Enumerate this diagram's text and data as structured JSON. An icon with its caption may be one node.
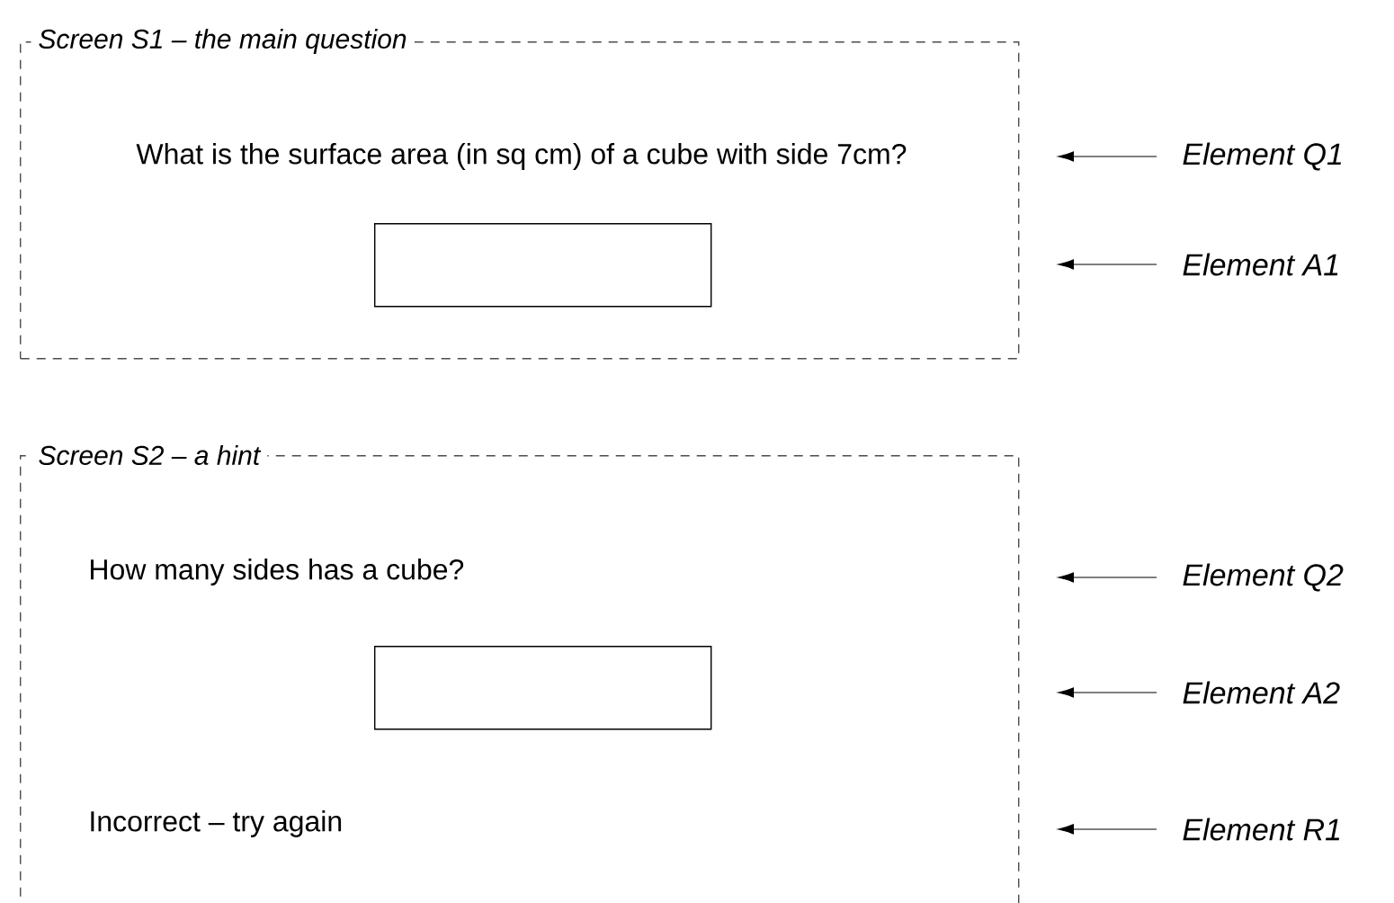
{
  "diagram": {
    "nodes": [
      {
        "text": [
          "Screen S1 – the main question"
        ]
      },
      {
        "text": [
          "What is the surface area (in sq cm) of a cube with side 7cm?"
        ],
        "in": 0
      },
      {
        "text": [],
        "shape": "box",
        "in": 0
      },
      {
        "text": [
          "Screen S2 – a hint"
        ]
      },
      {
        "text": [
          "How many sides has a cube?"
        ],
        "in": 3
      },
      {
        "text": [],
        "shape": "box",
        "in": 3
      },
      {
        "text": [
          "Incorrect – try again"
        ],
        "in": 3
      },
      {
        "text": [
          "Element Q1"
        ]
      },
      {
        "text": [
          "Element A1"
        ]
      },
      {
        "text": [
          "Element Q2"
        ]
      },
      {
        "text": [
          "Element A2"
        ]
      },
      {
        "text": [
          "Element R1"
        ]
      }
    ],
    "edges": [
      {
        "from": 7,
        "to": null,
        "arrow": "to"
      },
      {
        "from": 8,
        "to": null,
        "arrow": "to"
      },
      {
        "from": 9,
        "to": null,
        "arrow": "to"
      },
      {
        "from": 10,
        "to": null,
        "arrow": "to"
      },
      {
        "from": 11,
        "to": null,
        "arrow": "to"
      }
    ]
  }
}
